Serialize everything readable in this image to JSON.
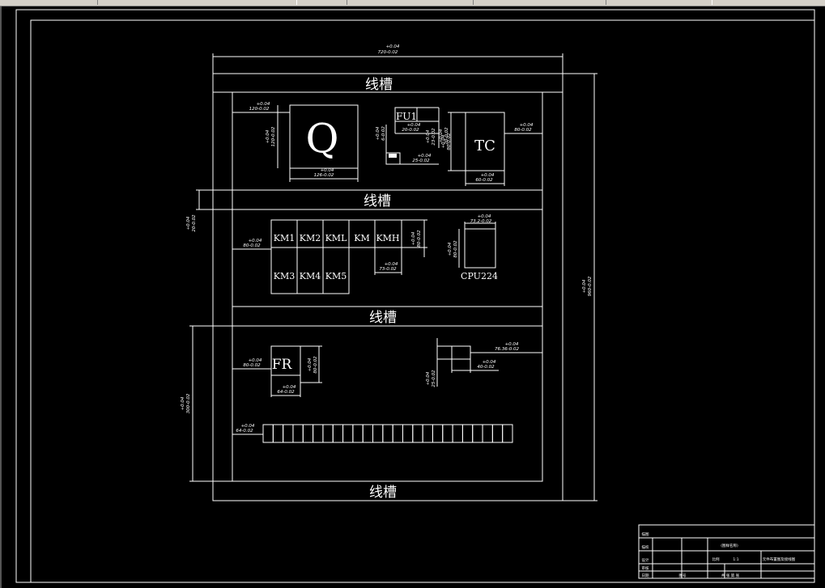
{
  "toolbar": {
    "segments": [
      "",
      "",
      "",
      ""
    ]
  },
  "labels": {
    "trough": "线槽",
    "q": "Q",
    "fu1": "FU1",
    "tc": "TC",
    "km1": "KM1",
    "km2": "KM2",
    "kml": "KML",
    "km": "KM",
    "kmh": "KMH",
    "km3": "KM3",
    "km4": "KM4",
    "km5": "KM5",
    "cpu": "CPU224",
    "fr": "FR"
  },
  "dimensions": {
    "overall_width": {
      "tol": "+0.04",
      "value": "720-0.02"
    },
    "overall_height": {
      "tol": "+0.04",
      "value": "960-0.02"
    },
    "q_w": {
      "tol": "+0.04",
      "value": "120-0.02"
    },
    "q_h": {
      "tol": "+0.04",
      "value": "120-0.02"
    },
    "q_bottom": {
      "tol": "+0.04",
      "value": "126-0.02"
    },
    "fu_top": {
      "tol": "+0.04",
      "value": "20-0.02"
    },
    "fu_side": {
      "tol": "+0.04",
      "value": "23-0.02"
    },
    "fu_h": {
      "tol": "+0.04",
      "value": "20-0.02"
    },
    "fu_small": {
      "tol": "+0.04",
      "value": "25-0.02"
    },
    "fu_left": {
      "tol": "+0.04",
      "value": "6-0.02"
    },
    "tc_h": {
      "tol": "+0.04",
      "value": "80-0.02"
    },
    "tc_right": {
      "tol": "+0.04",
      "value": "80-0.02"
    },
    "tc_bottom": {
      "tol": "+0.04",
      "value": "60-0.02"
    },
    "trough_gap": {
      "tol": "+0.04",
      "value": "20-0.02"
    },
    "km_left": {
      "tol": "+0.04",
      "value": "80-0.02"
    },
    "kmh_h": {
      "tol": "+0.04",
      "value": "80-0.02"
    },
    "kmh_w": {
      "tol": "+0.04",
      "value": "73-0.02"
    },
    "cpu_w": {
      "tol": "+0.04",
      "value": "73.2-0.02"
    },
    "cpu_h": {
      "tol": "+0.04",
      "value": "80-0.02"
    },
    "fr_left": {
      "tol": "+0.04",
      "value": "80-0.02"
    },
    "fr_h": {
      "tol": "+0.04",
      "value": "80-0.02"
    },
    "fr_w": {
      "tol": "+0.04",
      "value": "64-0.02"
    },
    "lower_h": {
      "tol": "+0.04",
      "value": "300-0.02"
    },
    "comp_right": {
      "tol": "+0.04",
      "value": "76.36-0.02"
    },
    "comp_w": {
      "tol": "+0.04",
      "value": "40-0.02"
    },
    "comp_h": {
      "tol": "+0.04",
      "value": "25-0.02"
    },
    "term_left": {
      "tol": "+0.04",
      "value": "64-0.02"
    }
  },
  "title_block": {
    "r1": "",
    "r2": "(图样名称)",
    "r3a": "比例",
    "r3b": "1:1",
    "r3c": "元件布置图及接线图",
    "r4a": "图号",
    "r4b": "共  张  第  张",
    "left": [
      "描图",
      "描校",
      "设计",
      "审核",
      "日期"
    ]
  },
  "terminal_block": {
    "count": 25
  }
}
